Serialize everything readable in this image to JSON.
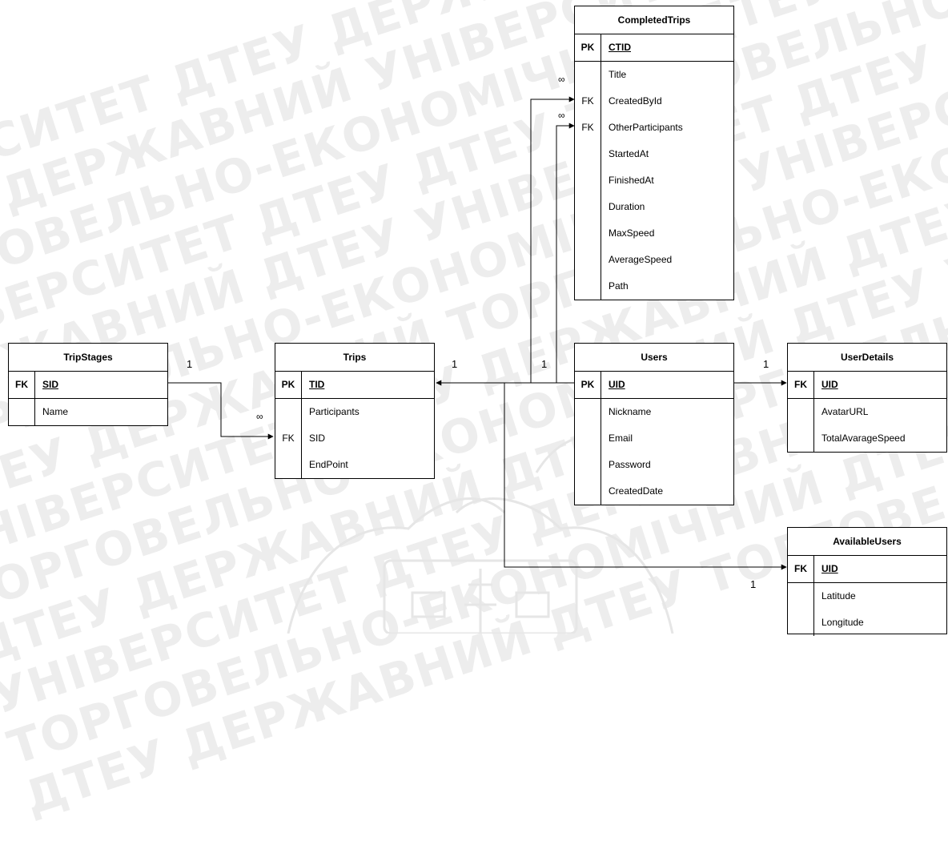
{
  "entities": {
    "completed_trips": {
      "title": "CompletedTrips",
      "key": {
        "tag": "PK",
        "name": "CTID"
      },
      "rows": [
        {
          "tag": "",
          "name": "Title"
        },
        {
          "tag": "FK",
          "name": "CreatedById"
        },
        {
          "tag": "FK",
          "name": "OtherParticipants"
        },
        {
          "tag": "",
          "name": "StartedAt"
        },
        {
          "tag": "",
          "name": "FinishedAt"
        },
        {
          "tag": "",
          "name": "Duration"
        },
        {
          "tag": "",
          "name": "MaxSpeed"
        },
        {
          "tag": "",
          "name": "AverageSpeed"
        },
        {
          "tag": "",
          "name": "Path"
        }
      ]
    },
    "trip_stages": {
      "title": "TripStages",
      "key": {
        "tag": "FK",
        "name": "SID"
      },
      "rows": [
        {
          "tag": "",
          "name": "Name"
        }
      ]
    },
    "trips": {
      "title": "Trips",
      "key": {
        "tag": "PK",
        "name": "TID"
      },
      "rows": [
        {
          "tag": "",
          "name": "Participants"
        },
        {
          "tag": "FK",
          "name": "SID"
        },
        {
          "tag": "",
          "name": "EndPoint"
        }
      ]
    },
    "users": {
      "title": "Users",
      "key": {
        "tag": "PK",
        "name": "UID"
      },
      "rows": [
        {
          "tag": "",
          "name": "Nickname"
        },
        {
          "tag": "",
          "name": "Email"
        },
        {
          "tag": "",
          "name": "Password"
        },
        {
          "tag": "",
          "name": "CreatedDate"
        }
      ]
    },
    "user_details": {
      "title": "UserDetails",
      "key": {
        "tag": "FK",
        "name": "UID"
      },
      "rows": [
        {
          "tag": "",
          "name": "AvatarURL"
        },
        {
          "tag": "",
          "name": "TotalAvarageSpeed"
        }
      ]
    },
    "available_users": {
      "title": "AvailableUsers",
      "key": {
        "tag": "FK",
        "name": "UID"
      },
      "rows": [
        {
          "tag": "",
          "name": "Latitude"
        },
        {
          "tag": "",
          "name": "Longitude"
        }
      ]
    }
  },
  "cardinalities": {
    "one": "1",
    "many": "∞"
  },
  "watermark": {
    "lines": [
      "НІВЕРСИТЕТ ДТЕУ ДЕРЖАВНИЙ ТОРГОВЕЛЬНО-ЕКОНОМІЧНИЙ",
      "ДТЕУ ДЕРЖАВНИЙ УНІВЕРСИТЕТ ДТЕУ ДТЕУ ДТЕУ",
      "ТОРГОВЕЛЬНО-ЕКОНОМІЧНИЙ ДТЕУ ДЕРЖАВНИЙ",
      "УНІВЕРСИТЕТ ДТЕУ ДТЕУ ТОРГОВЕЛЬНО-ЕКОНОМІЧНИЙ",
      "ДЕРЖАВНИЙ ДТЕУ УНІВЕРСИТЕТ ДТЕУ ДТЕУ",
      "ТОРГОВЕЛЬНО-ЕКОНОМІЧНИЙ УНІВЕРСИТЕТ ДТЕУ",
      "ДТЕУ ДЕРЖАВНИЙ ТОРГОВЕЛЬНО-ЕКОНОМІЧНИЙ ДТЕУ",
      "УНІВЕРСИТЕТ ДТЕУ ДЕРЖАВНИЙ ДТЕУ ДТЕУ",
      "ТОРГОВЕЛЬНО-ЕКОНОМІЧНИЙ ДТЕУ УНІВЕРСИТЕТ",
      "ДТЕУ ДЕРЖАВНИЙ ДТЕУ ТОРГОВЕЛЬНО-ЕКОНОМІЧНИЙ",
      "УНІВЕРСИТЕТ ДТЕУ ДЕРЖАВНИЙ ДТЕУ ДТЕУ",
      "ТОРГОВЕЛЬНО-ЕКОНОМІЧНИЙ ДТЕУ УНІВЕРСИТЕТ",
      "ДТЕУ ДЕРЖАВНИЙ ДТЕУ ТОРГОВЕЛЬНО-ЕКОНОМІЧНИЙ"
    ]
  }
}
